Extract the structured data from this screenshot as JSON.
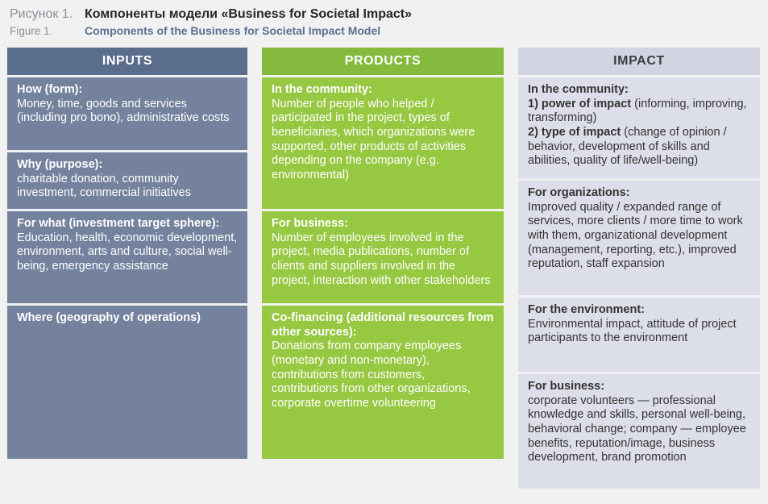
{
  "figure": {
    "label_ru": "Рисунок 1.",
    "title_ru": "Компоненты модели «Business for Societal Impact»",
    "label_en": "Figure 1.",
    "title_en": "Components of the Business for Societal Impact Model"
  },
  "colors": {
    "inputs_header": "#5b6d8d",
    "inputs_body": "#74829e",
    "products_header": "#84ba3d",
    "products_body": "#97c842",
    "impact_header": "#d2d5e1",
    "impact_body": "#dcdfe9",
    "page_background": "#f1f1f2"
  },
  "inputs": {
    "header": "INPUTS",
    "sections": [
      {
        "title": "How (form):",
        "body": "Money, time, goods and services (including pro bono), administrative costs"
      },
      {
        "title": "Why (purpose):",
        "body": "charitable donation, community investment, commercial initiatives"
      },
      {
        "title": "For what (investment target sphere):",
        "body": "Education, health, economic development, environment, arts and culture, social well-being, emergency assistance"
      },
      {
        "title": "Where (geography of operations)",
        "body": ""
      }
    ]
  },
  "products": {
    "header": "PRODUCTS",
    "sections": [
      {
        "title": "In the community:",
        "body": "Number of people who helped / participated in the project, types of beneficiaries, which organizations were supported, other products of activities depending on the company (e.g. environmental)"
      },
      {
        "title": "For business:",
        "body": "Number of employees involved in the project, media publications, number of clients and suppliers involved in the project, interaction with other stakeholders"
      },
      {
        "title": "Co-financing (additional resources from other sources):",
        "body": "Donations from company employees (monetary and non-monetary), contributions from customers, contributions from other organizations, corporate overtime volunteering"
      }
    ]
  },
  "impact": {
    "header": "IMPACT",
    "community": {
      "title": "In the community:",
      "b1": "1) power of impact",
      "t1": " (informing, improving, transforming)",
      "b2": "2) type of impact",
      "t2": " (change of opinion / behavior, development of skills and abilities, quality of life/well-being)"
    },
    "organizations": {
      "title": "For organizations:",
      "body": "Improved quality / expanded range of services, more clients / more time to work with them, organizational development (management, reporting, etc.), improved reputation, staff expansion"
    },
    "environment": {
      "title": "For the environment:",
      "body": "Environmental impact, attitude of project participants to the environment"
    },
    "business": {
      "title": "For business:",
      "body": "corporate volunteers — professional knowledge and skills, personal well-being, behavioral change; company — employee benefits, reputation/image, business development, brand promotion"
    }
  }
}
